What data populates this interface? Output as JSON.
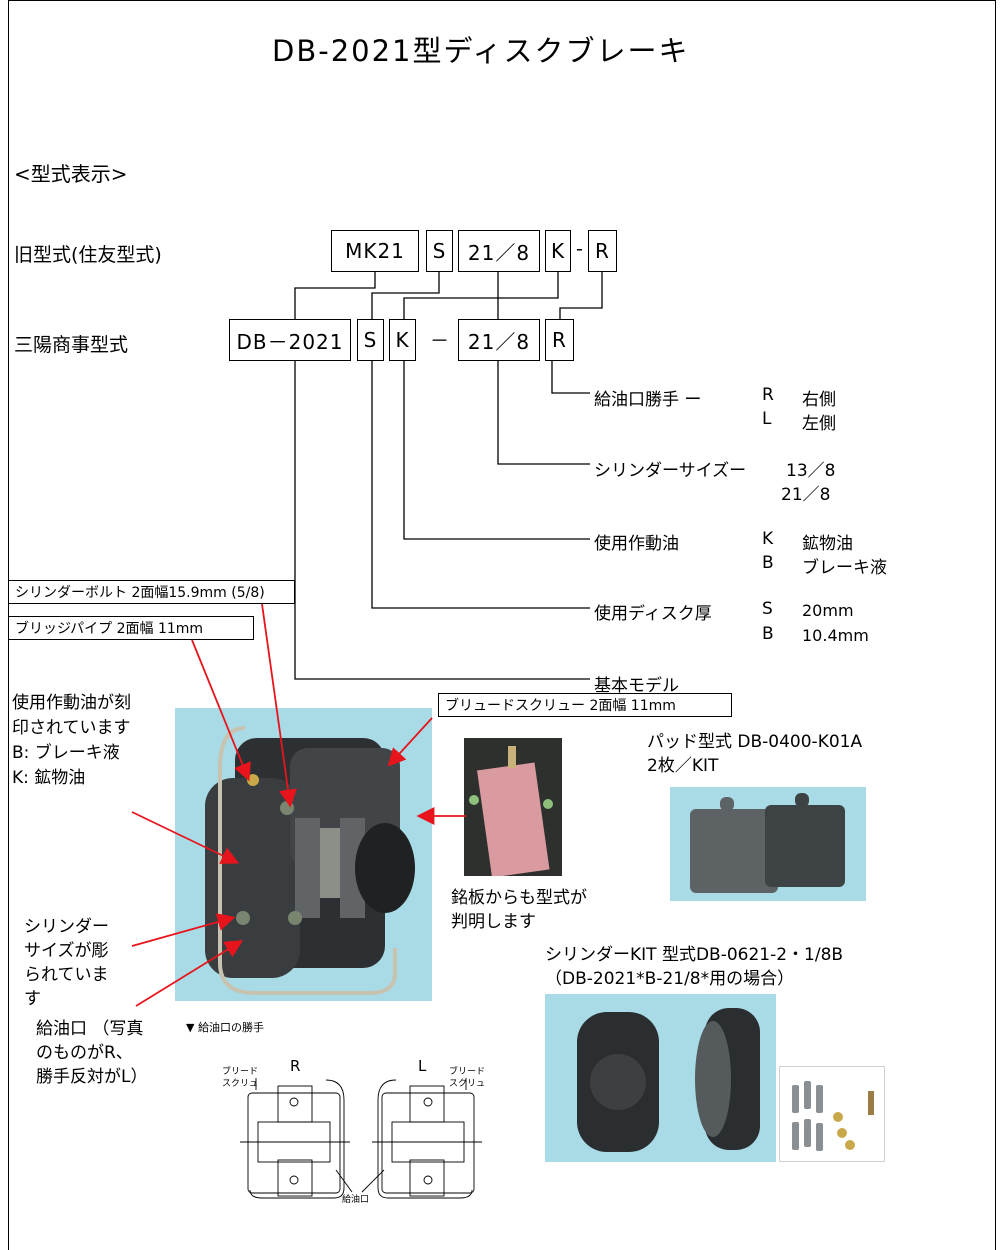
{
  "title": "DB-2021型ディスクブレーキ",
  "section_heading": "<型式表示>",
  "rows": {
    "old_label": "旧型式(住友型式)",
    "new_label": "三陽商事型式"
  },
  "old_code": [
    "MK21",
    "S",
    "21／8",
    "K",
    "-",
    "R"
  ],
  "new_code": [
    "DB－2021",
    "S",
    "K",
    "－",
    "21／8",
    "R"
  ],
  "legend": {
    "oil_port": {
      "label": "給油口勝手 ー",
      "opt1_code": "R",
      "opt1_desc": "右側",
      "opt2_code": "L",
      "opt2_desc": "左側"
    },
    "cylinder": {
      "label": "シリンダーサイズー",
      "opt1": "13／8",
      "opt2": "21／8"
    },
    "fluid": {
      "label": "使用作動油",
      "opt1_code": "K",
      "opt1_desc": "鉱物油",
      "opt2_code": "B",
      "opt2_desc": "ブレーキ液"
    },
    "disc": {
      "label": "使用ディスク厚",
      "opt1_code": "S",
      "opt1_desc": "20mm",
      "opt2_code": "B",
      "opt2_desc": "10.4mm"
    },
    "base": {
      "label": "基本モデル"
    }
  },
  "callouts": {
    "cylinder_bolt": "シリンダーボルト  2面幅15.9mm (5/8)",
    "bridge_pipe": "ブリッジパイプ  2面幅  11mm",
    "bleed_screw": "ブリュードスクリュー  2面幅  11mm",
    "fluid_note_l1": "使用作動油が刻",
    "fluid_note_l2": "印されています",
    "fluid_note_l3": "B:  ブレーキ液",
    "fluid_note_l4": "K:  鉱物油",
    "cyl_note_l1": "シリンダー",
    "cyl_note_l2": "サイズが彫",
    "cyl_note_l3": "られていま",
    "cyl_note_l4": "す",
    "port_note_l1": "給油口 （写真",
    "port_note_l2": "のものがR、",
    "port_note_l3": "勝手反対がL）",
    "nameplate_l1": "銘板からも型式が",
    "nameplate_l2": "判明します"
  },
  "pad": {
    "line1": "パッド型式 DB-0400-K01A",
    "line2": "2枚／KIT"
  },
  "kit": {
    "line1": "シリンダーKIT  型式DB-0621-2・1/8B",
    "line2": "（DB-2021*B-21/8*用の場合）"
  },
  "diagram": {
    "heading": "▼ 給油口の勝手",
    "r": "R",
    "l": "L",
    "bleed_r_l1": "ブリード",
    "bleed_r_l2": "スクリュ",
    "bleed_l_l1": "ブリード",
    "bleed_l_l2": "スクリュ",
    "port": "給油口"
  },
  "colors": {
    "arrow": "#e8141c",
    "photo_bg": "#a9dbe6",
    "line": "#000000"
  }
}
